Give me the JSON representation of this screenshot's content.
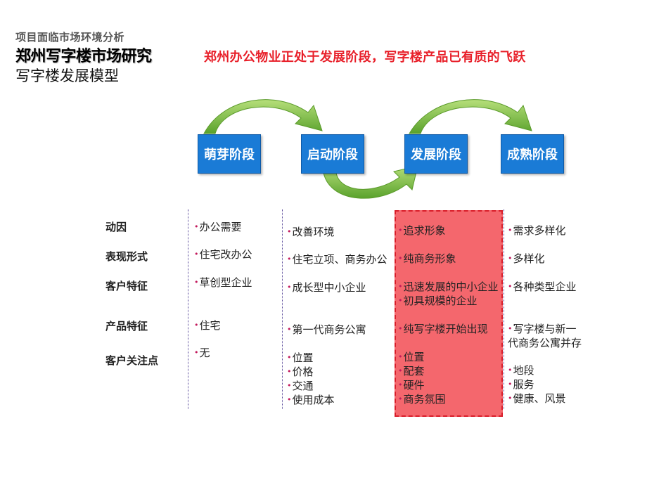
{
  "header": {
    "subtitle": "项目面临市场环境分析",
    "title": "郑州写字楼市场研究",
    "model": "写字楼发展模型"
  },
  "headline": "郑州办公物业正处于发展阶段，写字楼产品已有质的飞跃",
  "colors": {
    "stage_box": "#1a7bd6",
    "arrow_green": "#7cc241",
    "highlight_fill": "#f4676d",
    "highlight_border": "#d91e2a",
    "headline": "#e8202a",
    "bullet": "#c2185b"
  },
  "stages": [
    "萌芽阶段",
    "启动阶段",
    "发展阶段",
    "成熟阶段"
  ],
  "row_labels": [
    "动因",
    "表现形式",
    "客户特征",
    "产品特征",
    "客户关注点"
  ],
  "columns": [
    {
      "stage": "萌芽阶段",
      "items": {
        "motive": "办公需要",
        "form": "住宅改办公",
        "customer": "草创型企业",
        "product": "住宅",
        "focus": [
          "无"
        ]
      }
    },
    {
      "stage": "启动阶段",
      "items": {
        "motive": "改善环境",
        "form": "住宅立项、商务办公",
        "customer": "成长型中小企业",
        "product": "第一代商务公寓",
        "focus": [
          "位置",
          "价格",
          "交通",
          "使用成本"
        ]
      }
    },
    {
      "stage": "发展阶段",
      "highlighted": true,
      "items": {
        "motive": "追求形象",
        "form": "纯商务形象",
        "customer_1": "迅速发展的中小企业",
        "customer_2": "初具规模的企业",
        "product": "纯写字楼开始出现",
        "focus": [
          "位置",
          "配套",
          "硬件",
          "商务氛围"
        ]
      }
    },
    {
      "stage": "成熟阶段",
      "items": {
        "motive": "需求多样化",
        "form": "多样化",
        "customer": "各种类型企业",
        "product_line1": "写字楼与新一",
        "product_line2": "代商务公寓并存",
        "focus": [
          "地段",
          "服务",
          "健康、风景"
        ]
      }
    }
  ]
}
